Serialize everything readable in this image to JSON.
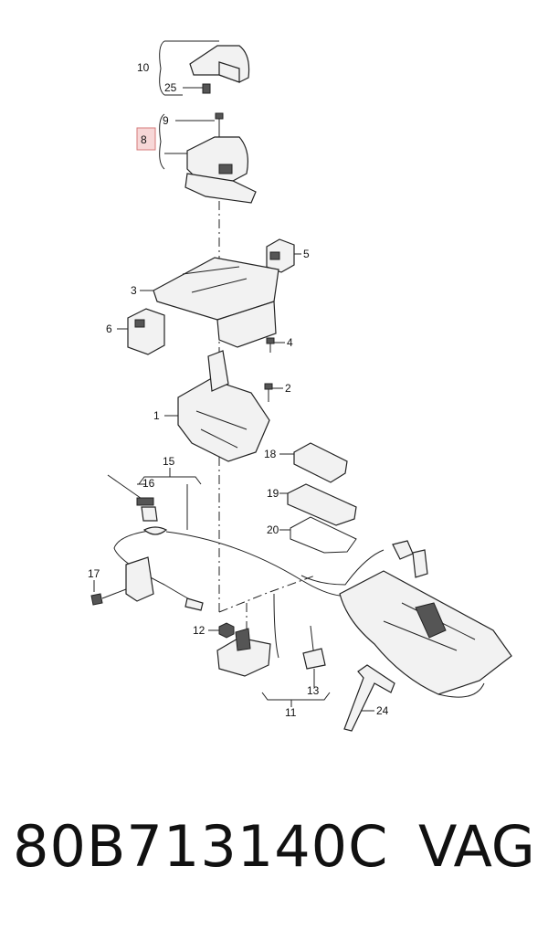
{
  "diagram": {
    "labels": {
      "l1": "1",
      "l2": "2",
      "l3": "3",
      "l4": "4",
      "l5": "5",
      "l6": "6",
      "l8": "8",
      "l9": "9",
      "l10": "10",
      "l11": "11",
      "l12": "12",
      "l13": "13",
      "l15": "15",
      "l16": "16",
      "l17": "17",
      "l18": "18",
      "l19": "19",
      "l20": "20",
      "l24": "24",
      "l25": "25"
    },
    "highlighted_label": "8",
    "highlight_color": "#f7d7d7"
  },
  "footer": {
    "part_number": "80B713140C",
    "brand": "VAG"
  }
}
